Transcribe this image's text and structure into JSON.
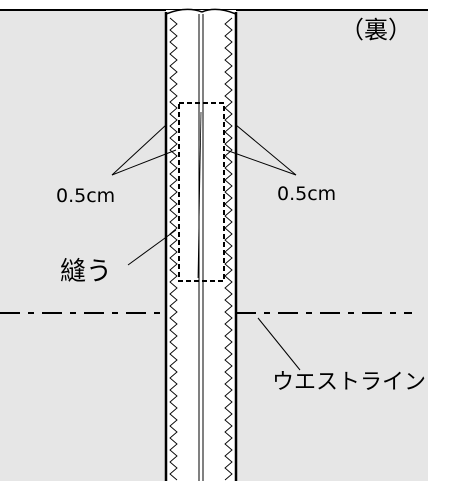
{
  "diagram": {
    "side_label": "（裏）",
    "seam_allowance_left": "0.5cm",
    "seam_allowance_right": "0.5cm",
    "sew_label": "縫う",
    "waistline_label": "ウエストライン"
  },
  "colors": {
    "fabric": "#e6e6e6",
    "seam_strip": "#ffffff",
    "line": "#000000"
  }
}
